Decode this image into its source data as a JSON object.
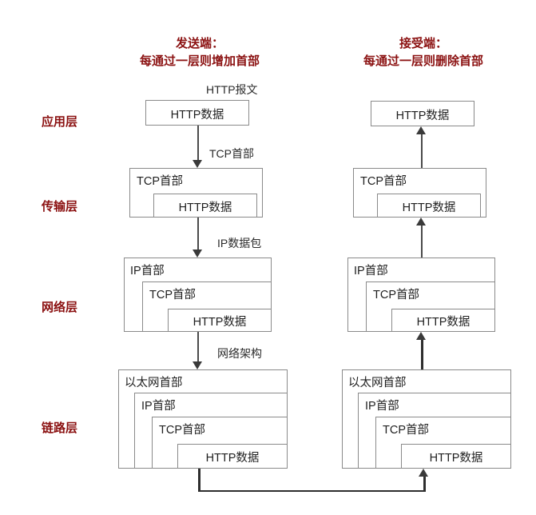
{
  "diagram": {
    "title_sender_line1": "发送端：",
    "title_sender_line2": "每通过一层则增加首部",
    "title_receiver_line1": "接受端：",
    "title_receiver_line2": "每通过一层则删除首部",
    "accent_color": "#8b1111",
    "box_border_color": "#8a8a8a",
    "arrow_color": "#3a3a3a"
  },
  "layers": [
    {
      "name": "应用层"
    },
    {
      "name": "传输层"
    },
    {
      "name": "网络层"
    },
    {
      "name": "链路层"
    }
  ],
  "captions": [
    {
      "text": "HTTP报文"
    },
    {
      "text": "TCP首部"
    },
    {
      "text": "IP数据包"
    },
    {
      "text": "网络架构"
    }
  ],
  "labels": {
    "http_data": "HTTP数据",
    "tcp_header": "TCP首部",
    "ip_header": "IP首部",
    "eth_header": "以太网首部"
  },
  "sender": {
    "application": {
      "http_data": "HTTP数据"
    },
    "transport": {
      "tcp_header": "TCP首部",
      "http_data": "HTTP数据"
    },
    "network": {
      "ip_header": "IP首部",
      "tcp_header": "TCP首部",
      "http_data": "HTTP数据"
    },
    "link": {
      "eth_header": "以太网首部",
      "ip_header": "IP首部",
      "tcp_header": "TCP首部",
      "http_data": "HTTP数据"
    }
  },
  "receiver": {
    "application": {
      "http_data": "HTTP数据"
    },
    "transport": {
      "tcp_header": "TCP首部",
      "http_data": "HTTP数据"
    },
    "network": {
      "ip_header": "IP首部",
      "tcp_header": "TCP首部",
      "http_data": "HTTP数据"
    },
    "link": {
      "eth_header": "以太网首部",
      "ip_header": "IP首部",
      "tcp_header": "TCP首部",
      "http_data": "HTTP数据"
    }
  }
}
